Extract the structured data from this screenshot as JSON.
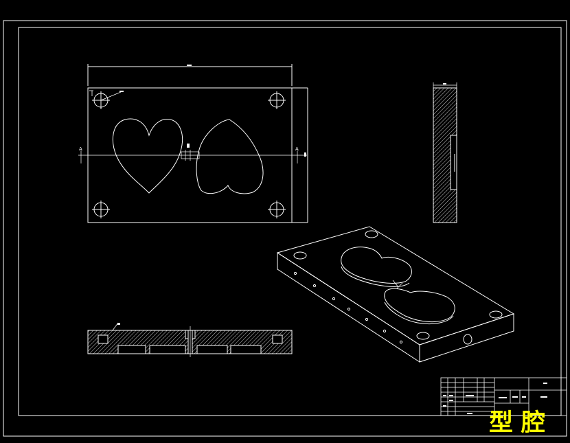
{
  "drawing": {
    "background_color": "#000000",
    "line_color": "#ffffff",
    "caption_color": "#ffff00",
    "section_labels": [
      "A",
      "A"
    ],
    "caption": "型腔"
  }
}
